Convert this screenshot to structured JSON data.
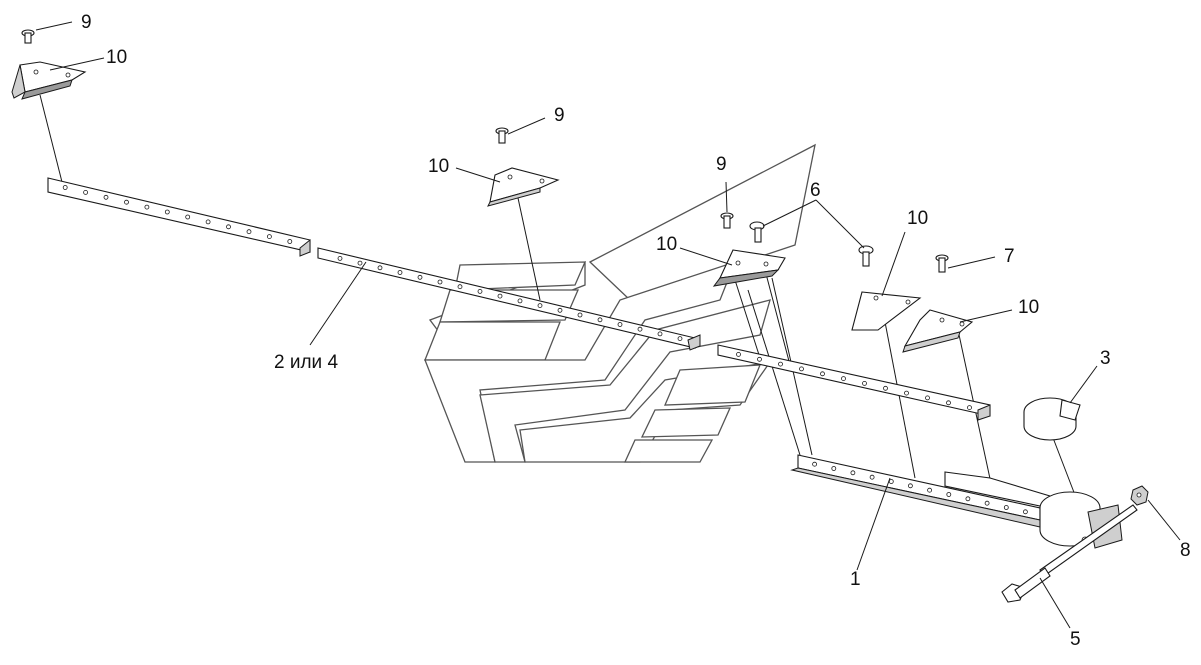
{
  "diagram": {
    "callouts": [
      {
        "id": "c9a",
        "text": "9"
      },
      {
        "id": "c10a",
        "text": "10"
      },
      {
        "id": "c9b",
        "text": "9"
      },
      {
        "id": "c10b",
        "text": "10"
      },
      {
        "id": "c9c",
        "text": "9"
      },
      {
        "id": "c6",
        "text": "6"
      },
      {
        "id": "c10c",
        "text": "10"
      },
      {
        "id": "c10d",
        "text": "10"
      },
      {
        "id": "c7",
        "text": "7"
      },
      {
        "id": "c10e",
        "text": "10"
      },
      {
        "id": "c3",
        "text": "3"
      },
      {
        "id": "c2or4",
        "text": "2 или 4"
      },
      {
        "id": "c8",
        "text": "8"
      },
      {
        "id": "c1",
        "text": "1"
      },
      {
        "id": "c5",
        "text": "5"
      }
    ]
  },
  "colors": {
    "line": "#1a1a1a",
    "watermark": "#555555",
    "background": "#ffffff"
  }
}
